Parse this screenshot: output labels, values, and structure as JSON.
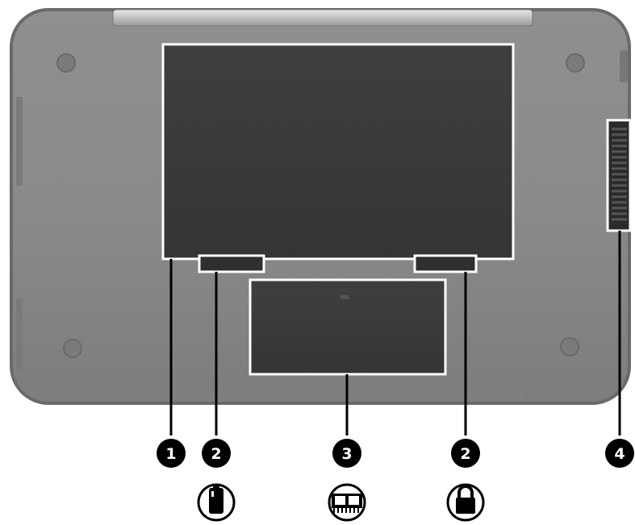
{
  "diagram": {
    "subject": "notebook-bottom-view",
    "callouts": [
      {
        "id": "callout-1",
        "number": "1",
        "target": "battery-bay",
        "icon": ""
      },
      {
        "id": "callout-2-left",
        "number": "2",
        "target": "battery-release-latch",
        "icon": "battery-icon"
      },
      {
        "id": "callout-3",
        "number": "3",
        "target": "memory-module-compartment",
        "icon": "memory-module-icon"
      },
      {
        "id": "callout-2-right",
        "number": "2",
        "target": "battery-lock-latch",
        "icon": "lock-icon"
      },
      {
        "id": "callout-4",
        "number": "4",
        "target": "side-vent",
        "icon": ""
      }
    ]
  }
}
